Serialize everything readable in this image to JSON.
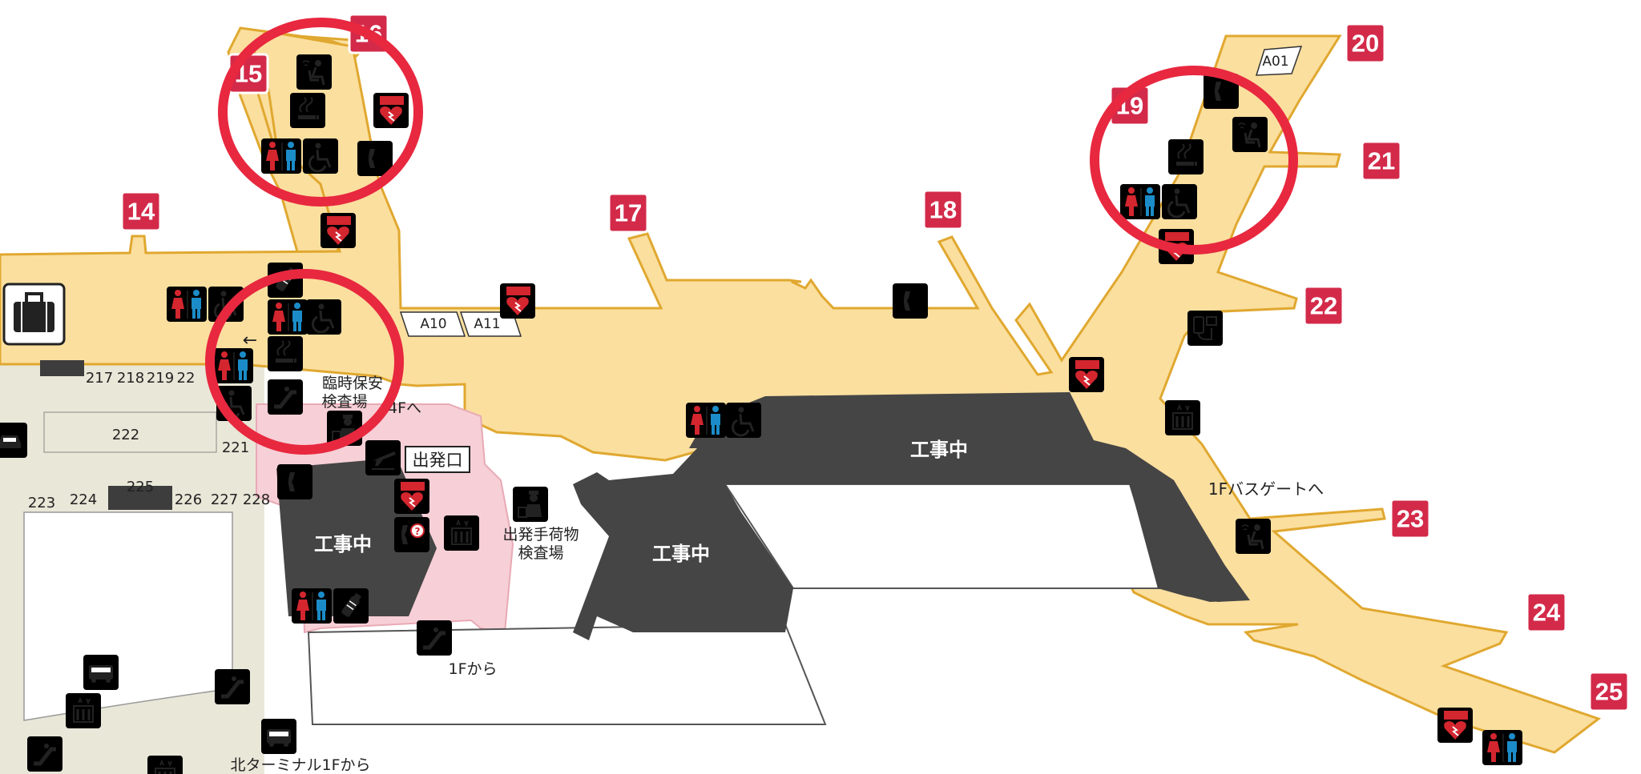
{
  "gates": {
    "g14": "14",
    "g15": "15",
    "g16": "16",
    "g17": "17",
    "g18": "18",
    "g19": "19",
    "g20": "20",
    "g21": "21",
    "g22": "22",
    "g23": "23",
    "g24": "24",
    "g25": "25"
  },
  "spots": {
    "a01": "A01",
    "a10": "A10",
    "a11": "A11"
  },
  "labels": {
    "construction": "工事中",
    "security_line1": "臨時保安",
    "security_line2": "検査場",
    "to_4f": "4Fへ",
    "departure_gate": "出発口",
    "baggage_line1": "出発手荷物",
    "baggage_line2": "検査場",
    "from_1f": "1Fから",
    "to_1f_bus_gate": "1Fバスゲートへ",
    "from_north_terminal": "北ターミナル1Fから",
    "aed": "AED",
    "arrow_left": "←"
  },
  "rooms": {
    "r217": "217",
    "r218": "218",
    "r219": "219",
    "r22x": "22",
    "r222": "222",
    "r221": "221",
    "r223": "223",
    "r224": "224",
    "r225": "225",
    "r226": "226",
    "r227": "227",
    "r228": "228"
  },
  "colors": {
    "concourse": "#fbdf9f",
    "concourse_edge": "#e0a830",
    "construction": "#454545",
    "pink_area": "#f7cfd6",
    "gate_badge": "#d32a4a",
    "highlight_circle": "#e8283f",
    "room_area": "#e9e7d8",
    "toilet_female": "#d3262f",
    "toilet_male": "#1b8cc7"
  },
  "highlights": [
    "circle-gates-15-16",
    "circle-security-area",
    "circle-gates-19-20"
  ]
}
